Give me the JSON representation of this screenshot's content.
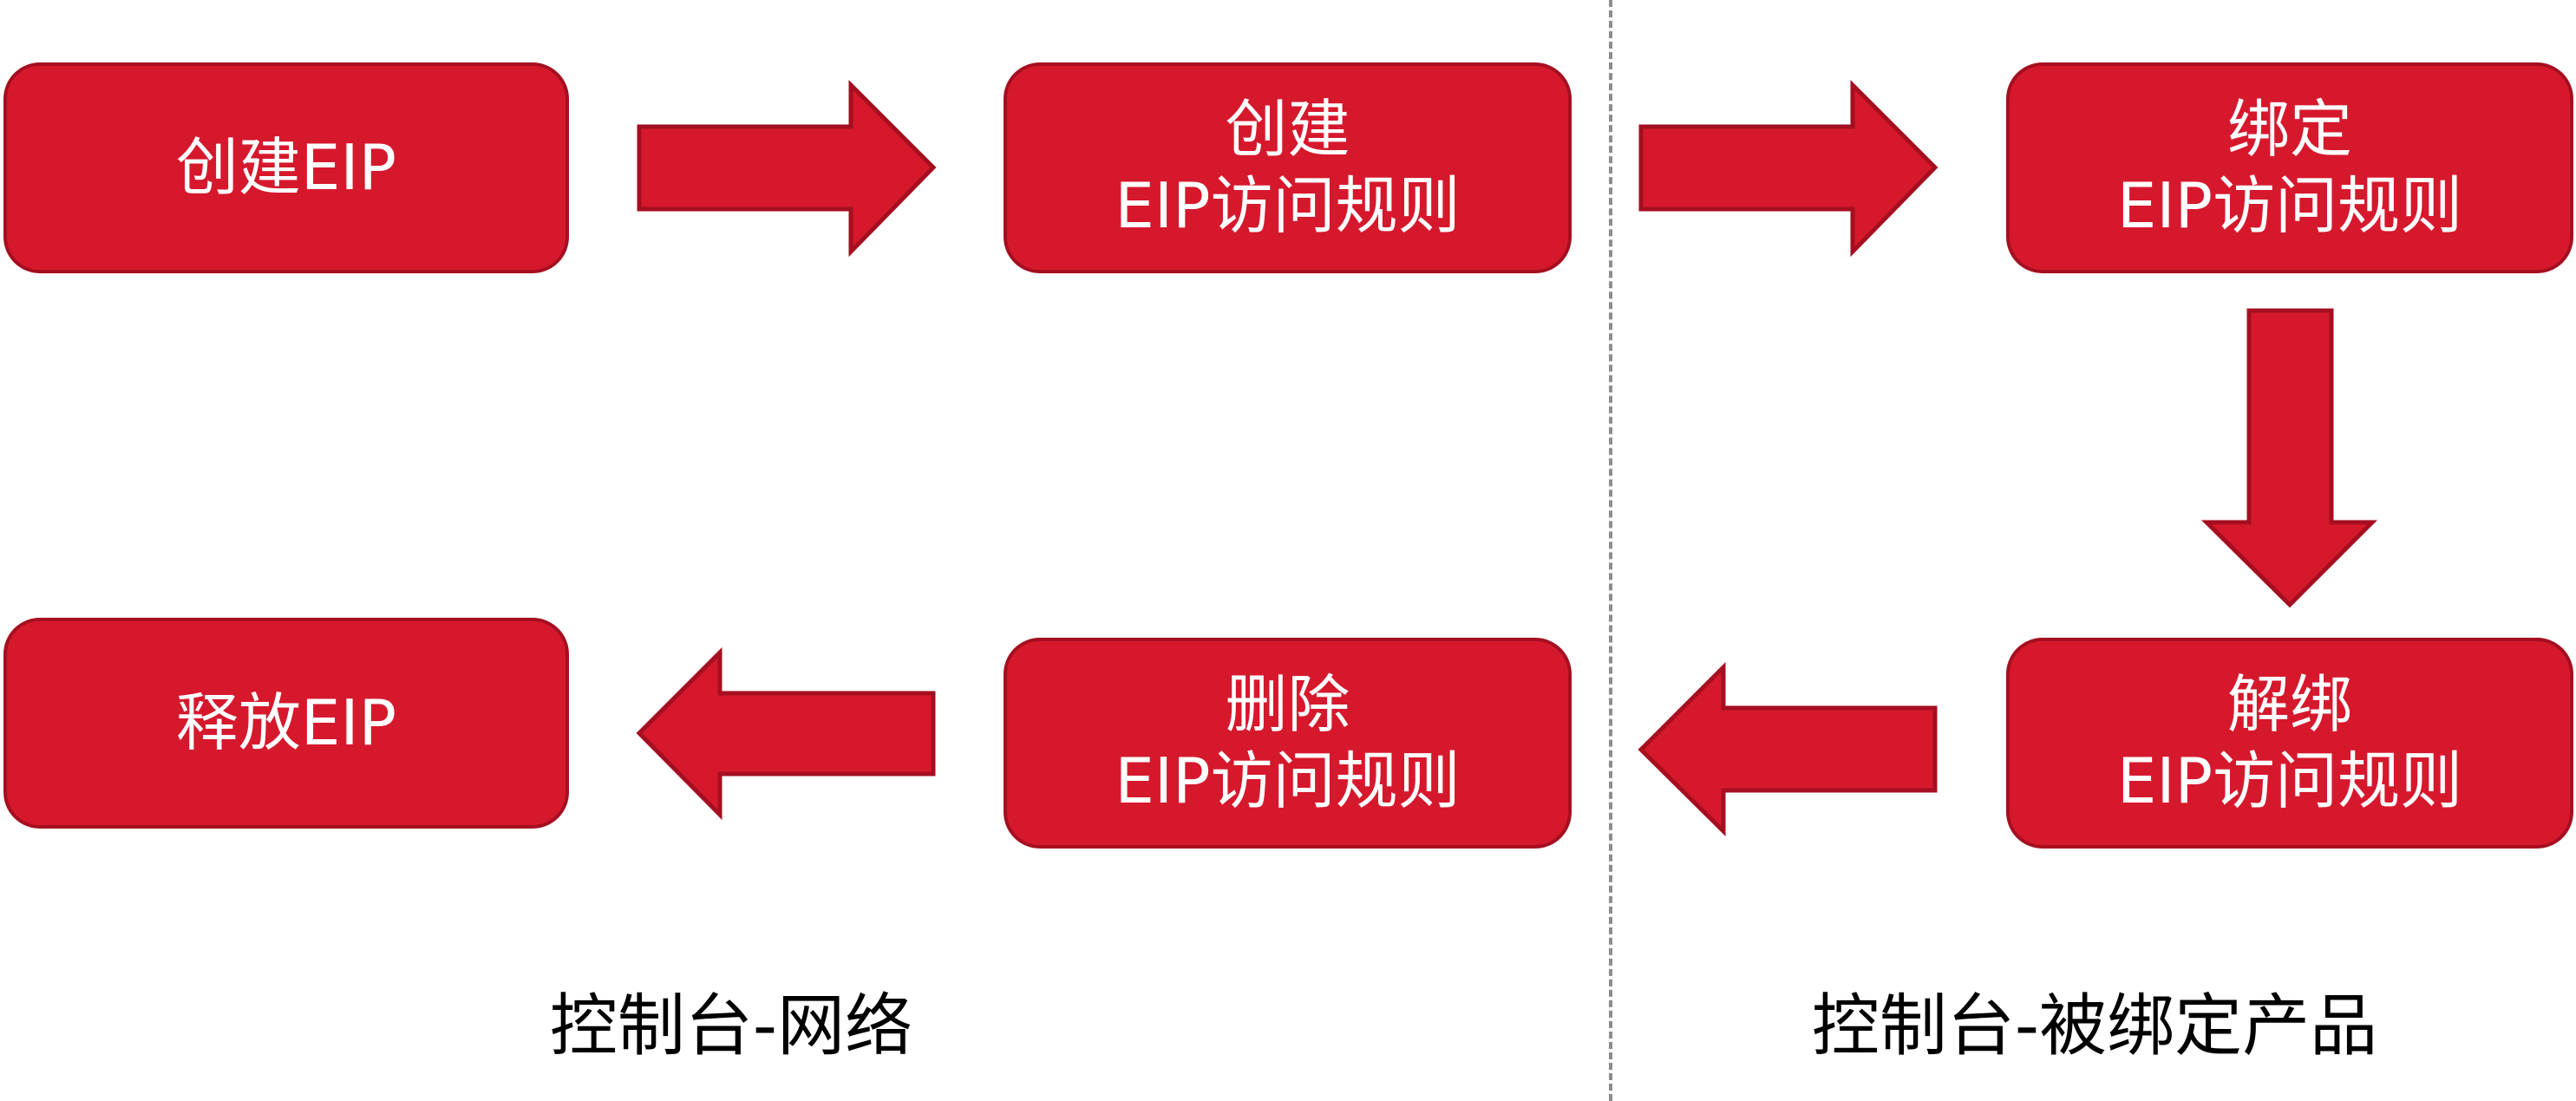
{
  "diagram": {
    "colors": {
      "box_fill": "#d6182d",
      "box_border": "#a50f20",
      "text_on_box": "#ffffff",
      "divider": "#8c8c8c"
    },
    "steps": [
      {
        "id": "create-eip",
        "lines": [
          "创建EIP"
        ]
      },
      {
        "id": "create-rule",
        "lines": [
          "创建",
          "EIP访问规则"
        ]
      },
      {
        "id": "bind-rule",
        "lines": [
          "绑定",
          "EIP访问规则"
        ]
      },
      {
        "id": "unbind-rule",
        "lines": [
          "解绑",
          "EIP访问规则"
        ]
      },
      {
        "id": "delete-rule",
        "lines": [
          "删除",
          "EIP访问规则"
        ]
      },
      {
        "id": "release-eip",
        "lines": [
          "释放EIP"
        ]
      }
    ],
    "flow": [
      {
        "from": "create-eip",
        "to": "create-rule",
        "direction": "right"
      },
      {
        "from": "create-rule",
        "to": "bind-rule",
        "direction": "right"
      },
      {
        "from": "bind-rule",
        "to": "unbind-rule",
        "direction": "down"
      },
      {
        "from": "unbind-rule",
        "to": "delete-rule",
        "direction": "left"
      },
      {
        "from": "delete-rule",
        "to": "release-eip",
        "direction": "left"
      }
    ],
    "sections": [
      {
        "label": "控制台-网络"
      },
      {
        "label": "控制台-被绑定产品"
      }
    ]
  }
}
